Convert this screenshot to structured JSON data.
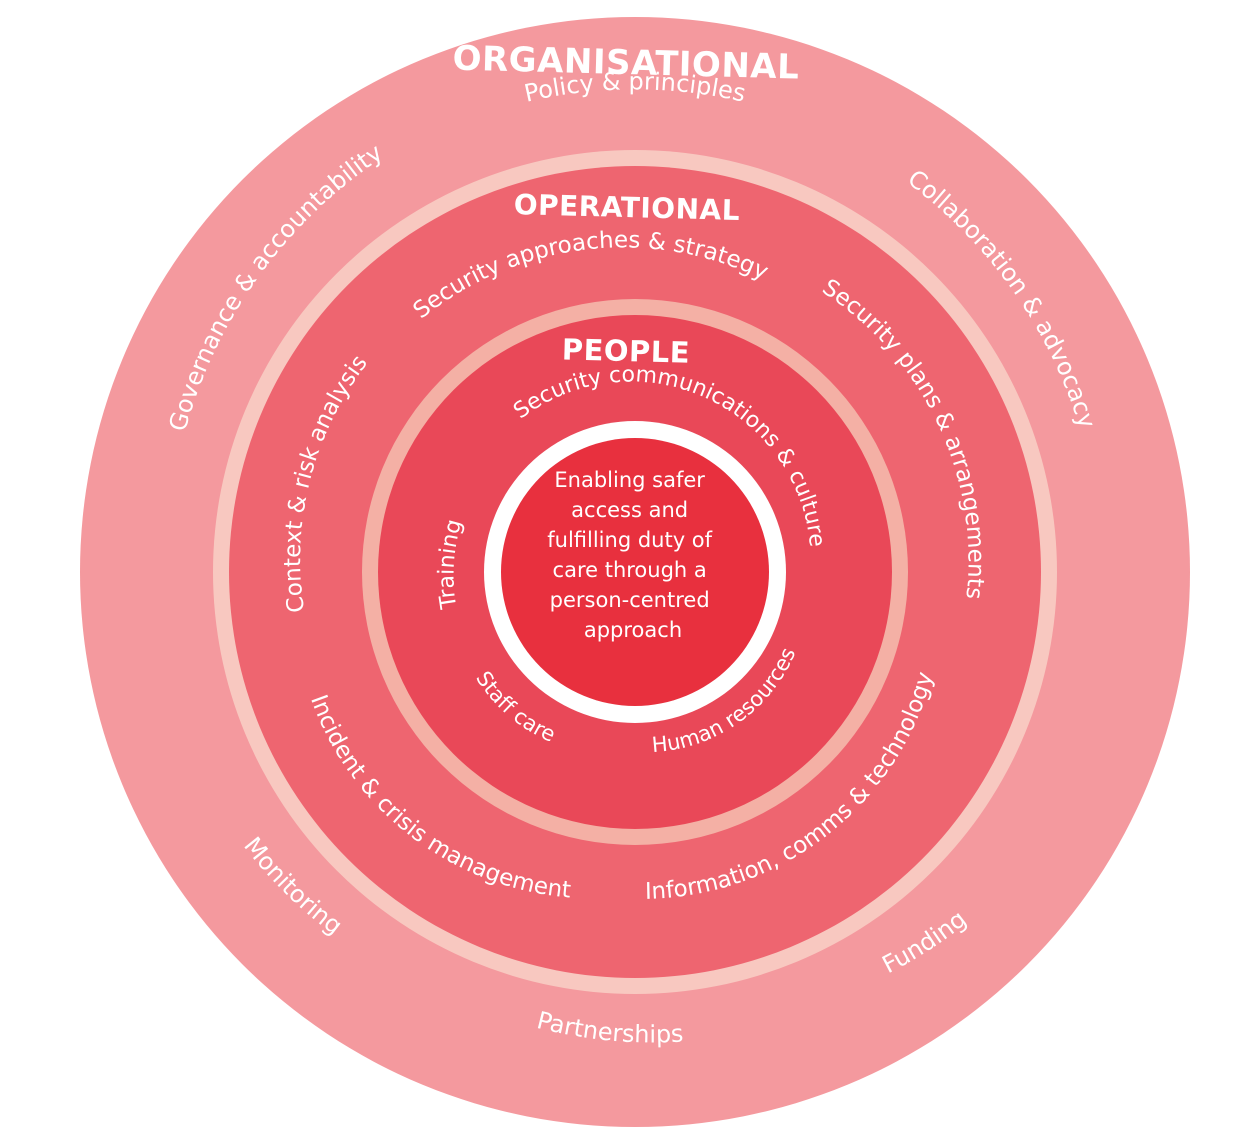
{
  "colors": {
    "outer_ring": "#F4999E",
    "outer_border": "#F8C8C0",
    "middle_ring": "#EE6570",
    "middle_border": "#F4B0A5",
    "inner_ring": "#E94858",
    "center_ring": "#FFFFFF",
    "center_disc": "#E8303E",
    "text": "#FFFFFF"
  },
  "rings": {
    "organisational": {
      "title": "ORGANISATIONAL",
      "items": {
        "policy": "Policy & principles",
        "governance": "Governance & accountability",
        "collaboration": "Collaboration & advocacy",
        "monitoring": "Monitoring",
        "funding": "Funding",
        "partnerships": "Partnerships"
      }
    },
    "operational": {
      "title": "OPERATIONAL",
      "items": {
        "approaches": "Security approaches & strategy",
        "context": "Context & risk analysis",
        "plans": "Security plans & arrangements",
        "incident": "Incident & crisis management",
        "information": "Information, comms & technology"
      }
    },
    "people": {
      "title": "PEOPLE",
      "items": {
        "communications": "Security communications & culture",
        "training": "Training",
        "staff_care": "Staff care",
        "hr": "Human resources"
      }
    }
  },
  "center": {
    "lines": [
      "Enabling safer",
      "access and",
      "fulfilling duty of",
      "care through a",
      "person-centred",
      "approach"
    ]
  }
}
